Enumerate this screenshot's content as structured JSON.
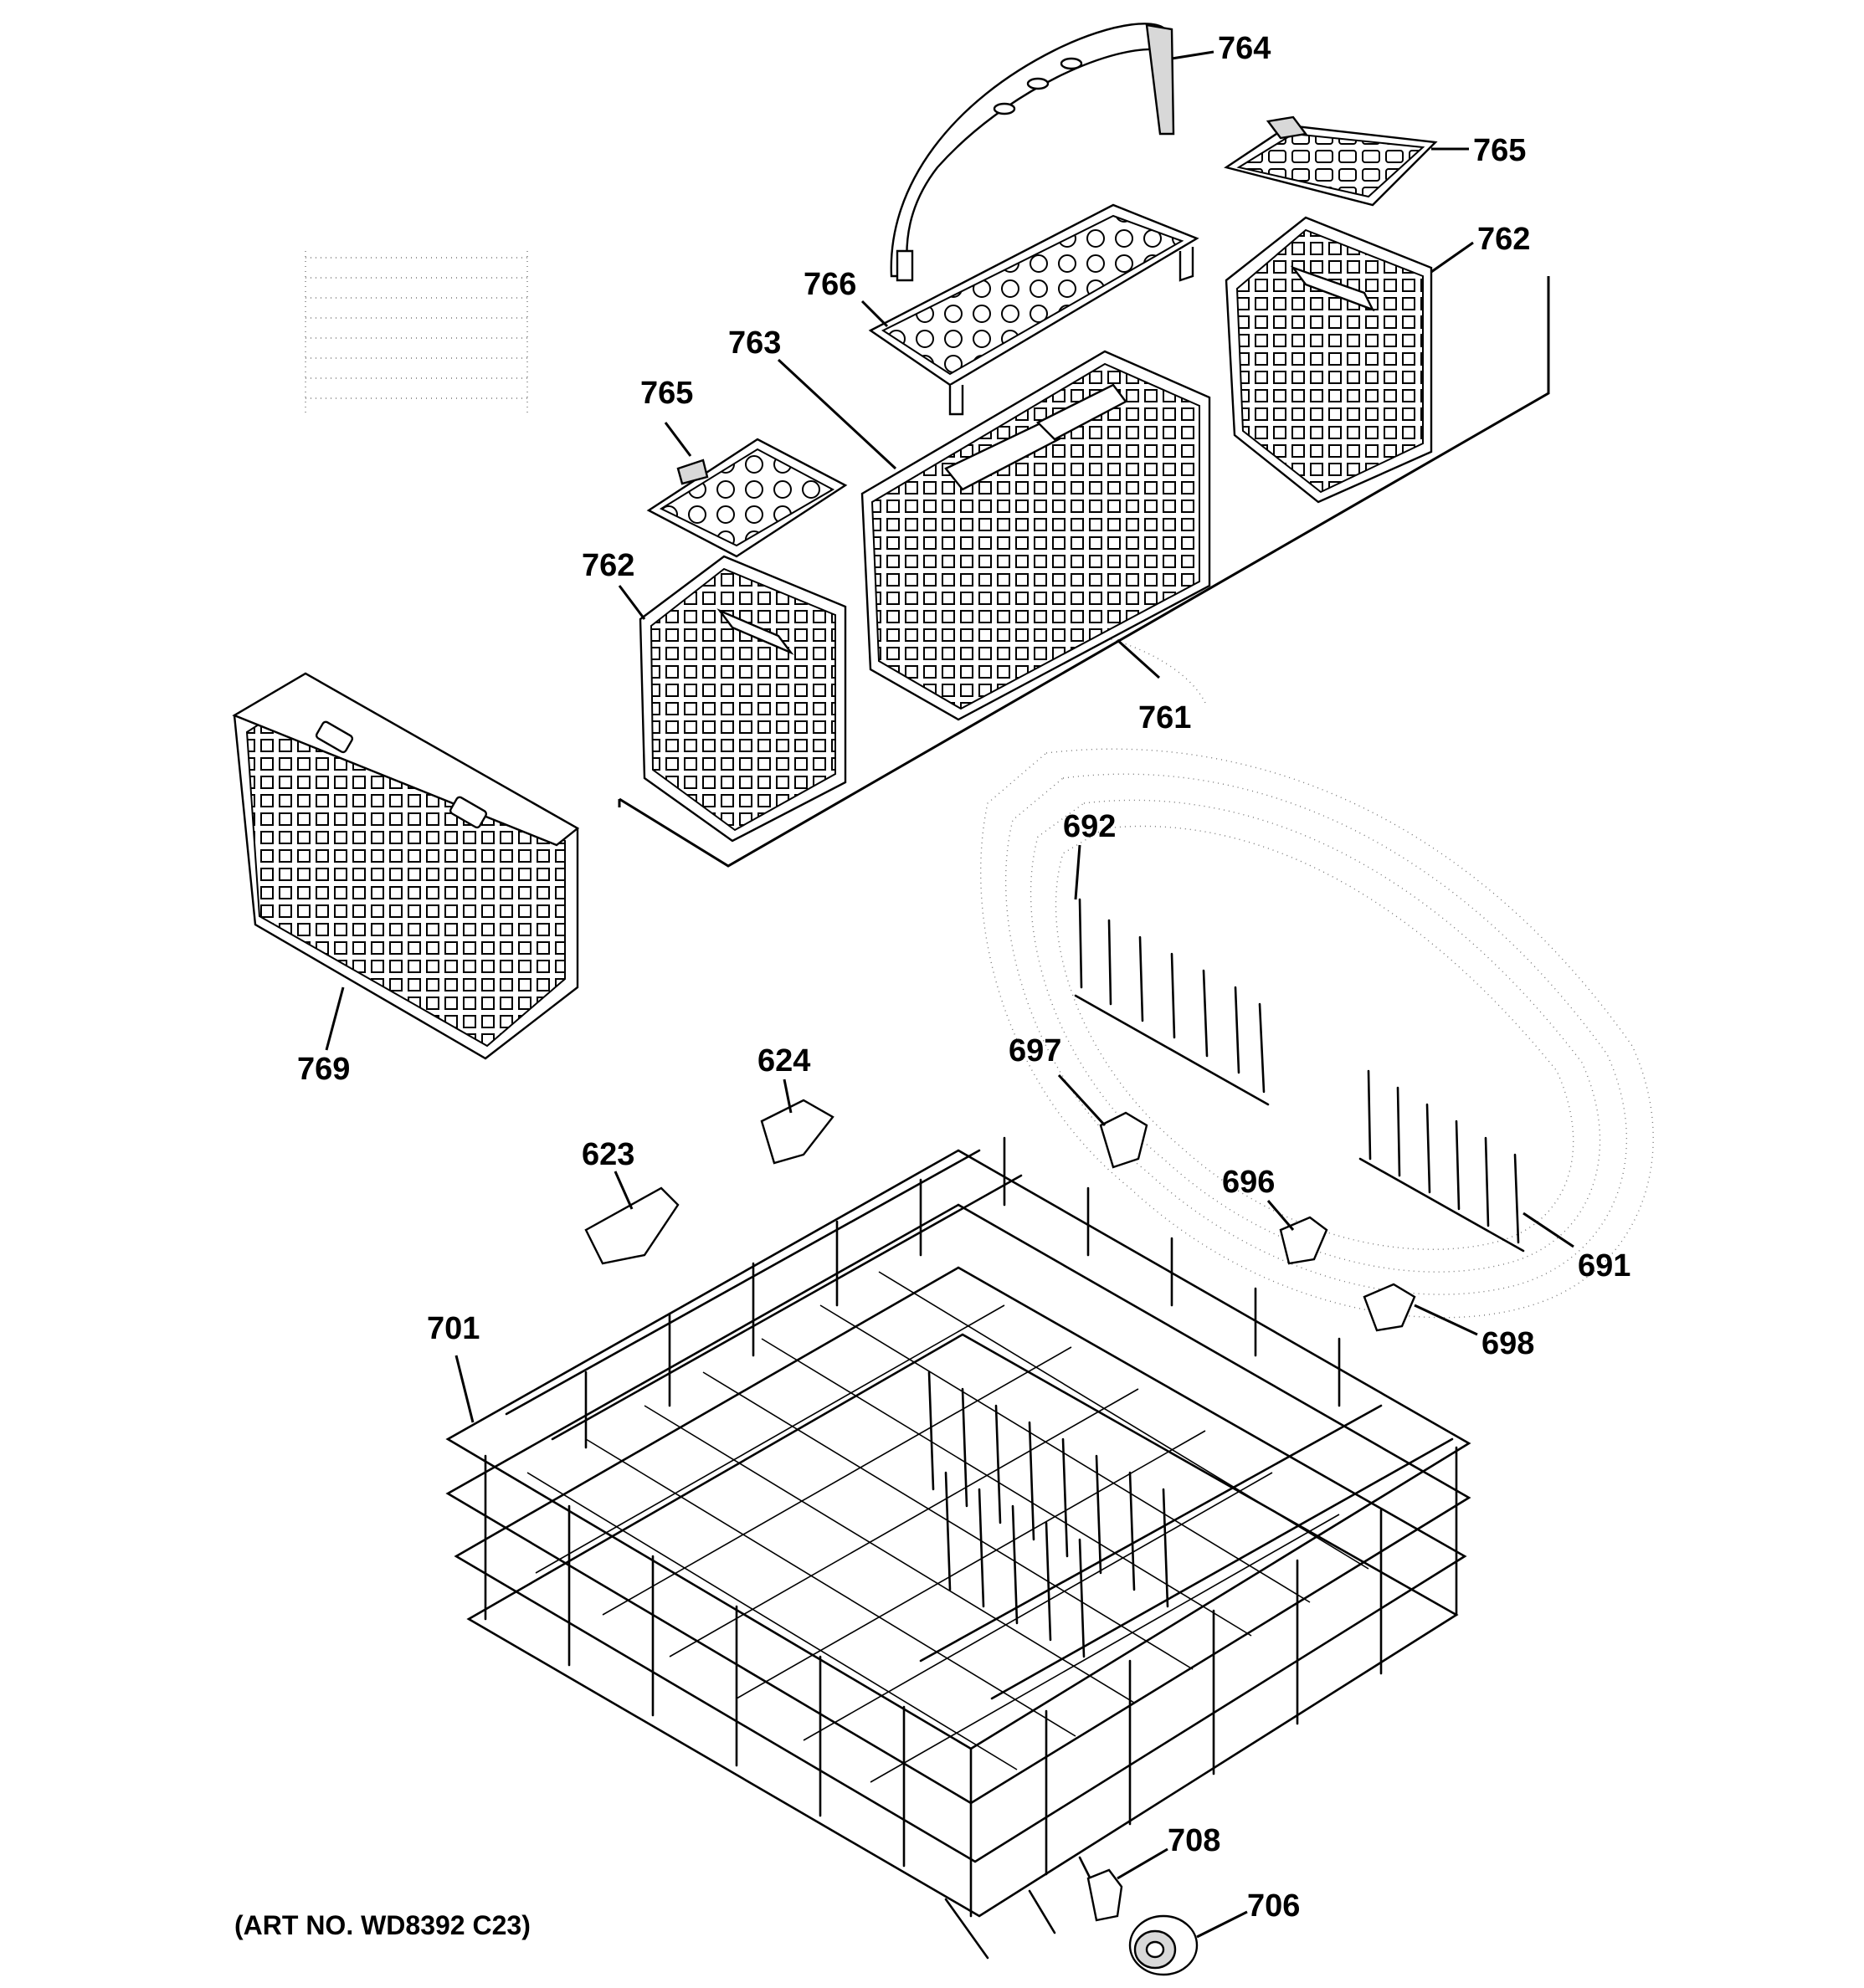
{
  "labels": {
    "l764": "764",
    "l765a": "765",
    "l762a": "762",
    "l766": "766",
    "l763": "763",
    "l765b": "765",
    "l762b": "762",
    "l761": "761",
    "l692": "692",
    "l769": "769",
    "l624": "624",
    "l697": "697",
    "l623": "623",
    "l696": "696",
    "l691": "691",
    "l701": "701",
    "l698": "698",
    "l708": "708",
    "l706": "706"
  },
  "art_number": "(ART NO. WD8392 C23)"
}
